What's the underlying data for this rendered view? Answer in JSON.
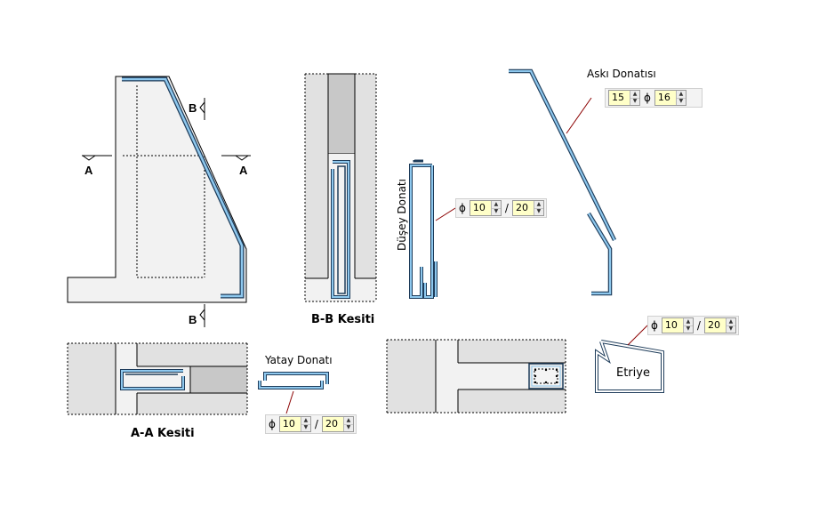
{
  "labels": {
    "section_mark_a": "A",
    "section_mark_b": "B",
    "bb_section": "B-B Kesiti",
    "aa_section": "A-A Kesiti",
    "vertical_rebar": "Düşey Donatı",
    "horizontal_rebar": "Yatay Donatı",
    "hanger_rebar": "Askı Donatısı",
    "stirrup": "Etriye"
  },
  "controls": {
    "hanger": {
      "count": "15",
      "symbol": "ϕ",
      "diameter": "16"
    },
    "vertical": {
      "symbol": "ϕ",
      "diameter": "10",
      "separator": "/",
      "spacing": "20"
    },
    "horizontal": {
      "symbol": "ϕ",
      "diameter": "10",
      "separator": "/",
      "spacing": "20"
    },
    "stirrup": {
      "symbol": "ϕ",
      "diameter": "10",
      "separator": "/",
      "spacing": "20"
    }
  },
  "colors": {
    "concrete_fill": "#f2f2f2",
    "dark_fill": "#c8c8c8",
    "mid_fill": "#e1e1e1",
    "rebar_blue": "#4a90c8",
    "rebar_outline": "#1e3c5a"
  }
}
